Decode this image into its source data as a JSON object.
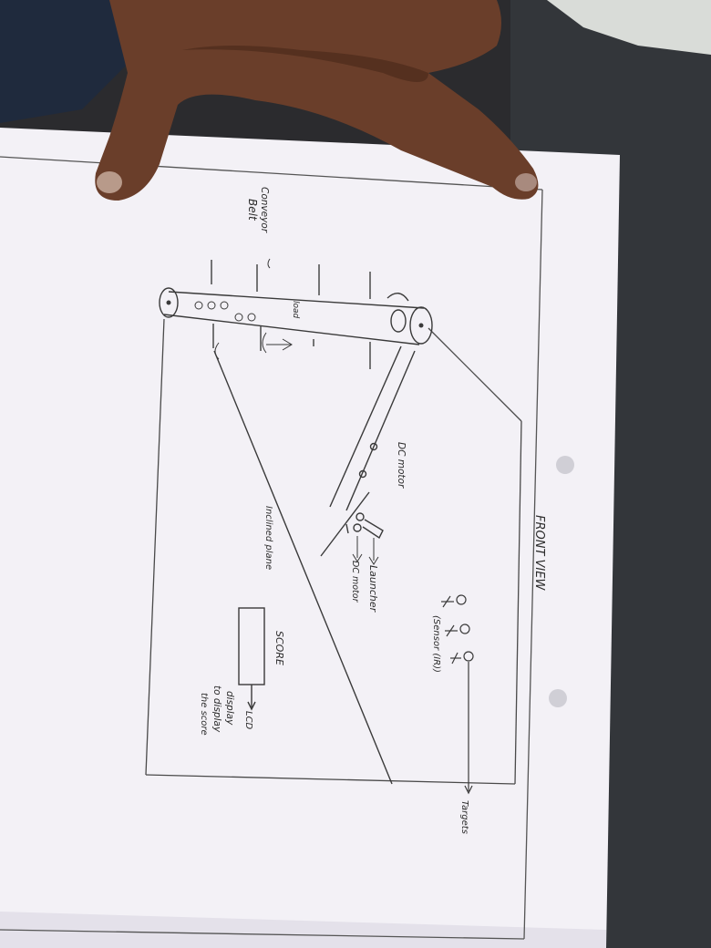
{
  "diagram": {
    "title": "FRONT VIEW",
    "labels": {
      "conveyor_belt_line1": "Conveyor",
      "conveyor_belt_line2": "Belt",
      "load": "load",
      "dc_motor_top": "DC motor",
      "launcher": "Launcher",
      "dc_motor_bottom": "DC motor",
      "inclined_plane": "Inclined plane",
      "sensor": "(Sensor (IR))",
      "targets": "Targets",
      "score": "SCORE",
      "lcd_line1": "LCD",
      "lcd_line2": "display",
      "lcd_line3": "to display",
      "lcd_line4": "the score"
    }
  },
  "colors": {
    "pencil": "#3a3a3a",
    "paper": "#f4f2f7",
    "background": "#2a2a2c",
    "skin": "#6b3f2a"
  }
}
